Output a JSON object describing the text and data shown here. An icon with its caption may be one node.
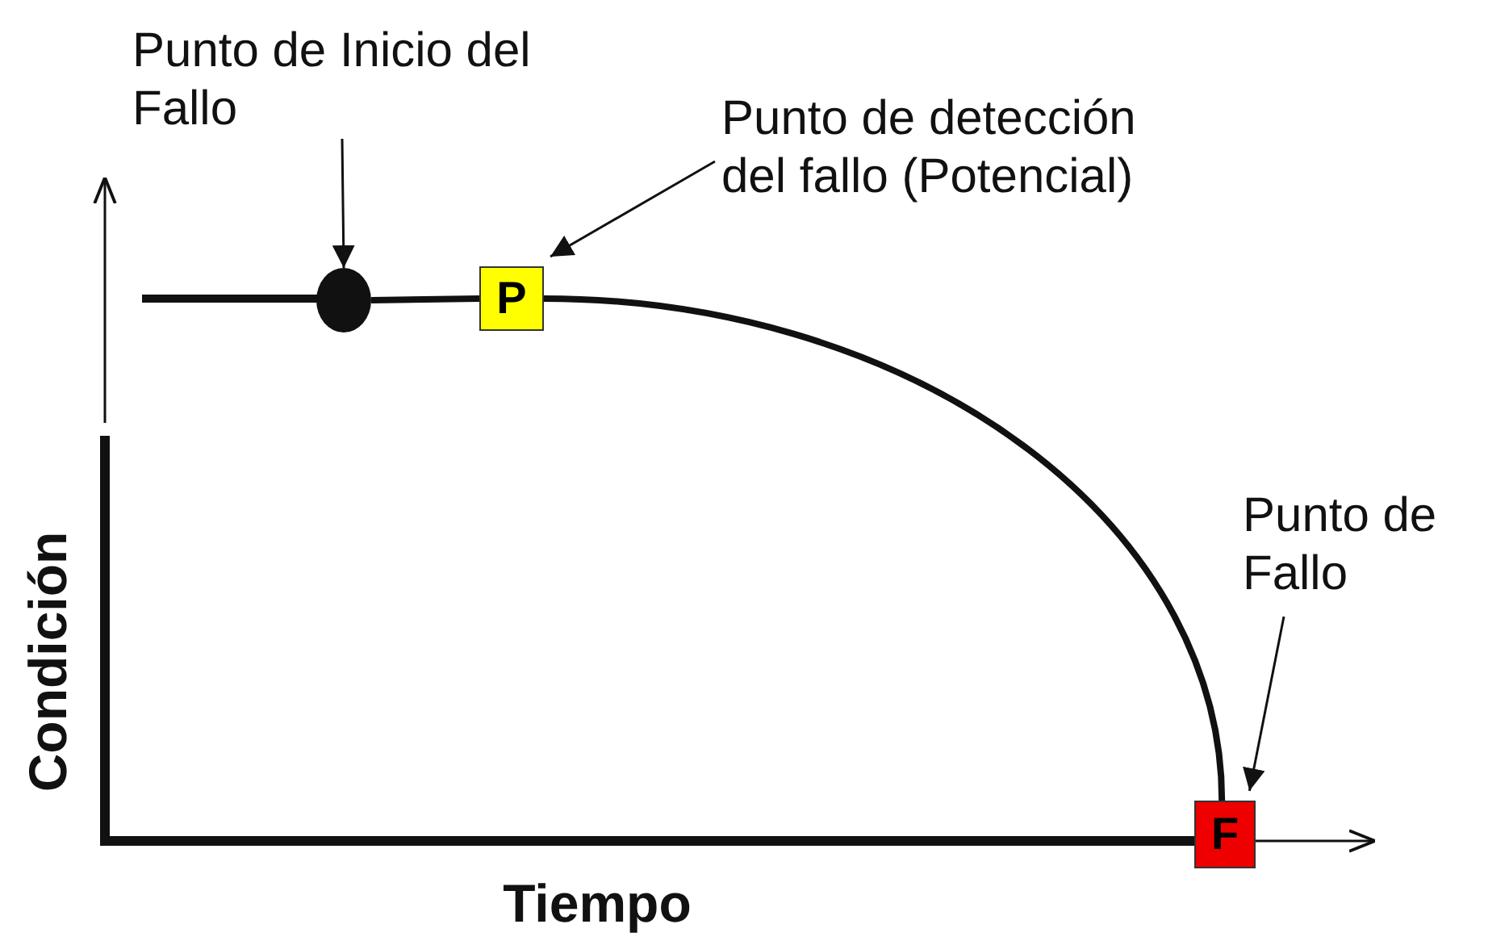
{
  "diagram": {
    "nodes": [
      {
        "text": [
          "Punto de Inicio del Fallo"
        ]
      },
      {
        "text": [],
        "shape": "circle"
      },
      {
        "text": [
          "P"
        ]
      },
      {
        "text": [
          "Punto de detección del fallo (Potencial)"
        ]
      },
      {
        "text": [
          "F"
        ]
      },
      {
        "text": [
          "Punto de Fallo"
        ]
      }
    ],
    "edges": [
      {
        "from": 0,
        "to": 1,
        "arrow": "to"
      },
      {
        "from": 1,
        "to": 2,
        "arrow": "none",
        "style": "thick"
      },
      {
        "from": 3,
        "to": 2,
        "arrow": "to"
      },
      {
        "from": 2,
        "to": 4,
        "arrow": "none",
        "style": "thick"
      },
      {
        "from": 5,
        "to": 4,
        "arrow": "to"
      }
    ],
    "labels": [
      "Condición",
      "Tiempo"
    ]
  }
}
